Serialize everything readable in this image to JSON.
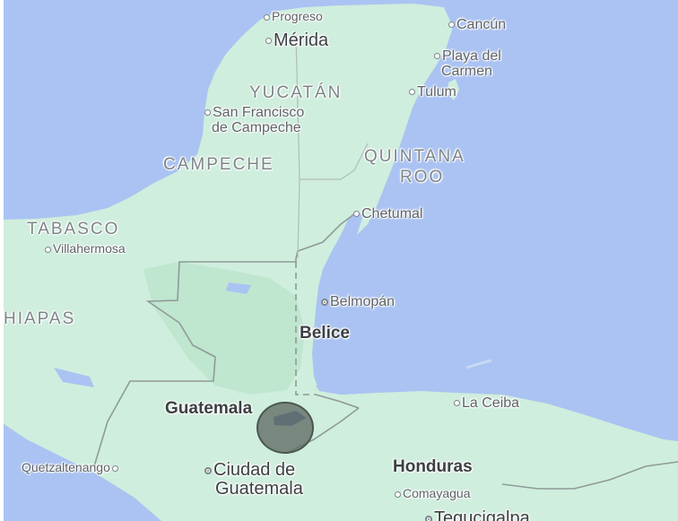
{
  "map": {
    "colors": {
      "water": "#aac3f2",
      "land": "#cfeedd",
      "land_dark": "#b7e3c9",
      "border": "#8f9a99",
      "marker": "#5f6c64"
    },
    "regions": {
      "yucatan": "YUCATÁN",
      "campeche": "CAMPECHE",
      "quintana_roo_1": "QUINTANA",
      "quintana_roo_2": "ROO",
      "tabasco": "TABASCO",
      "chiapas": "HIAPAS"
    },
    "countries": {
      "belice": "Belice",
      "guatemala": "Guatemala",
      "honduras": "Honduras"
    },
    "cities": {
      "progreso": "Progreso",
      "merida": "Mérida",
      "cancun": "Cancún",
      "playa_del_carmen_1": "Playa del",
      "playa_del_carmen_2": "Carmen",
      "tulum": "Tulum",
      "san_francisco_1": "San Francisco",
      "san_francisco_2": "de Campeche",
      "chetumal": "Chetumal",
      "villahermosa": "Villahermosa",
      "belmopan": "Belmopán",
      "la_ceiba": "La Ceiba",
      "quetzaltenango": "Quetzaltenango",
      "ciudad_de_guatemala_1": "Ciudad de",
      "ciudad_de_guatemala_2": "Guatemala",
      "comayagua": "Comayagua",
      "tegucigalpa": "Tegucigalpa"
    },
    "icons": {
      "city": "city-dot-icon",
      "capital": "capital-dot-icon",
      "marker": "location-circle-marker"
    }
  }
}
